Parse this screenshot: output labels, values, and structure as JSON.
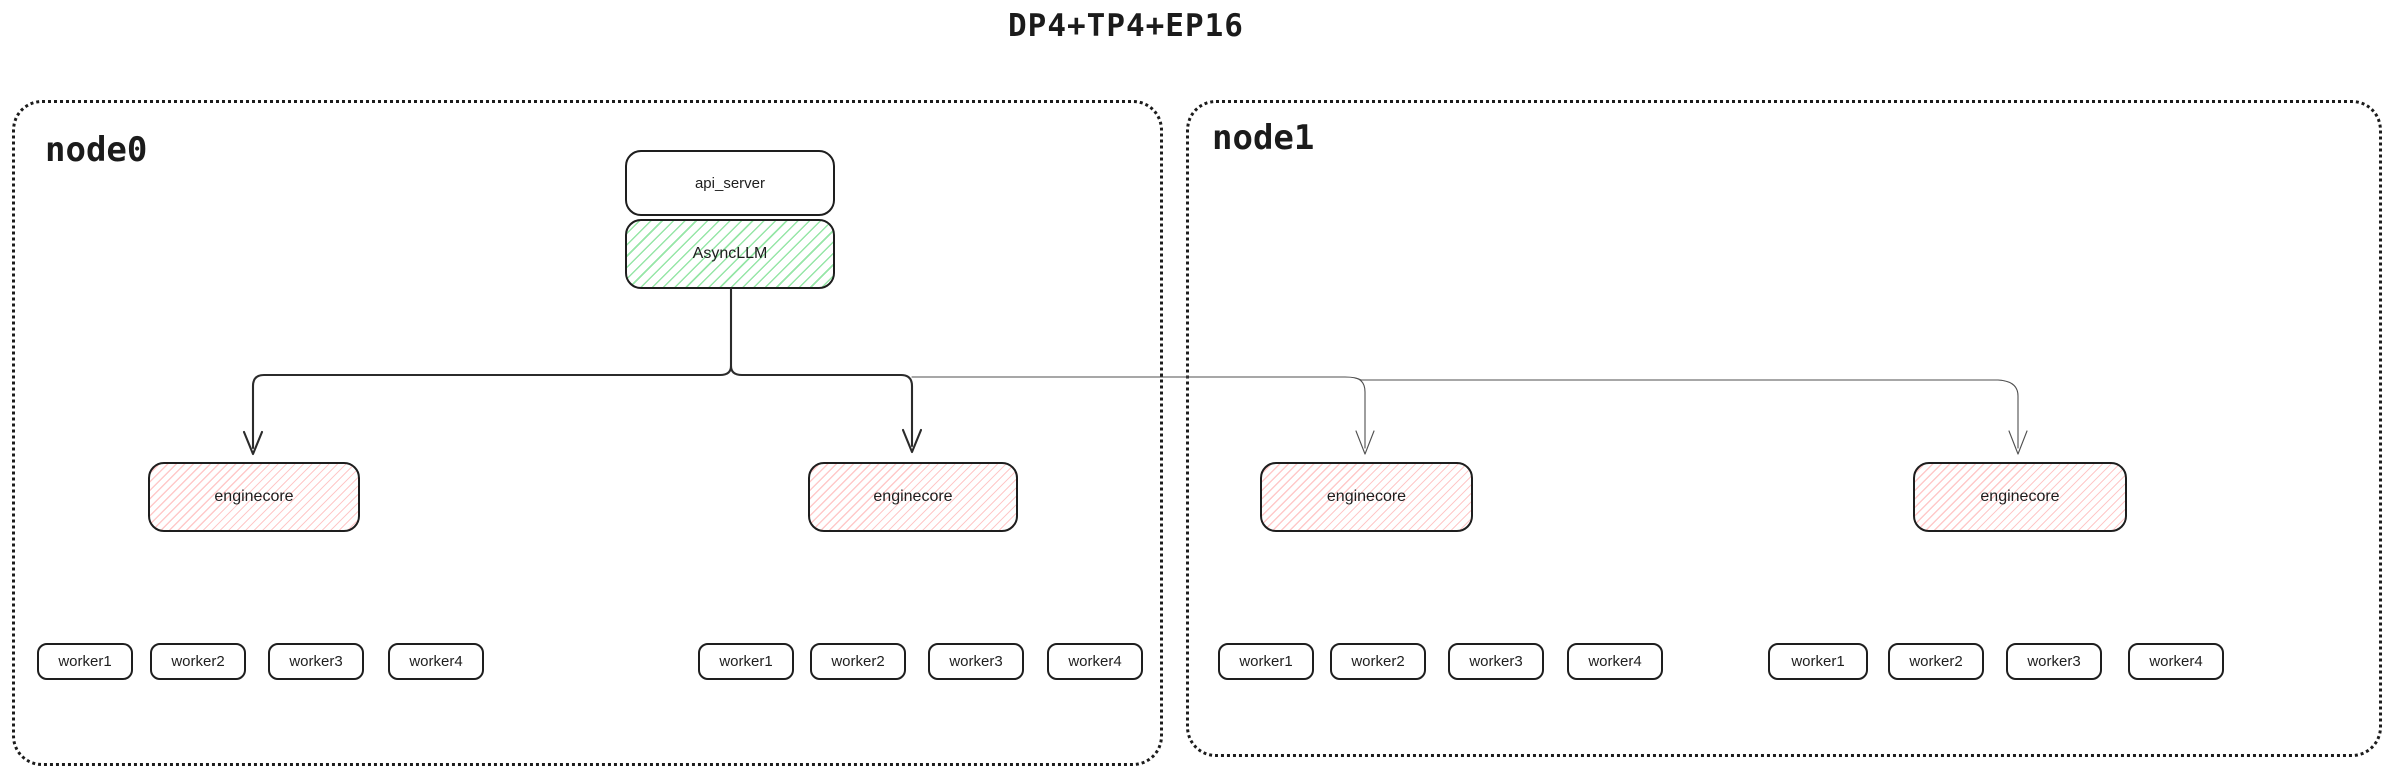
{
  "title": "DP4+TP4+EP16",
  "colors": {
    "ink": "#1e1e1e",
    "box_border": "#1e1e1e",
    "asyncllm_hatch": "#96e6a7",
    "enginecore_hatch": "#ffc9c9",
    "connector_thick": "#2b2b2b",
    "connector_thin": "#4f4f4f"
  },
  "nodes": [
    {
      "label": "node0",
      "api_server": {
        "label": "api_server"
      },
      "async_llm": {
        "label": "AsyncLLM"
      },
      "enginecores": [
        {
          "label": "enginecore",
          "workers": [
            "worker1",
            "worker2",
            "worker3",
            "worker4"
          ]
        },
        {
          "label": "enginecore",
          "workers": [
            "worker1",
            "worker2",
            "worker3",
            "worker4"
          ]
        }
      ]
    },
    {
      "label": "node1",
      "enginecores": [
        {
          "label": "enginecore",
          "workers": [
            "worker1",
            "worker2",
            "worker3",
            "worker4"
          ]
        },
        {
          "label": "enginecore",
          "workers": [
            "worker1",
            "worker2",
            "worker3",
            "worker4"
          ]
        }
      ]
    }
  ]
}
